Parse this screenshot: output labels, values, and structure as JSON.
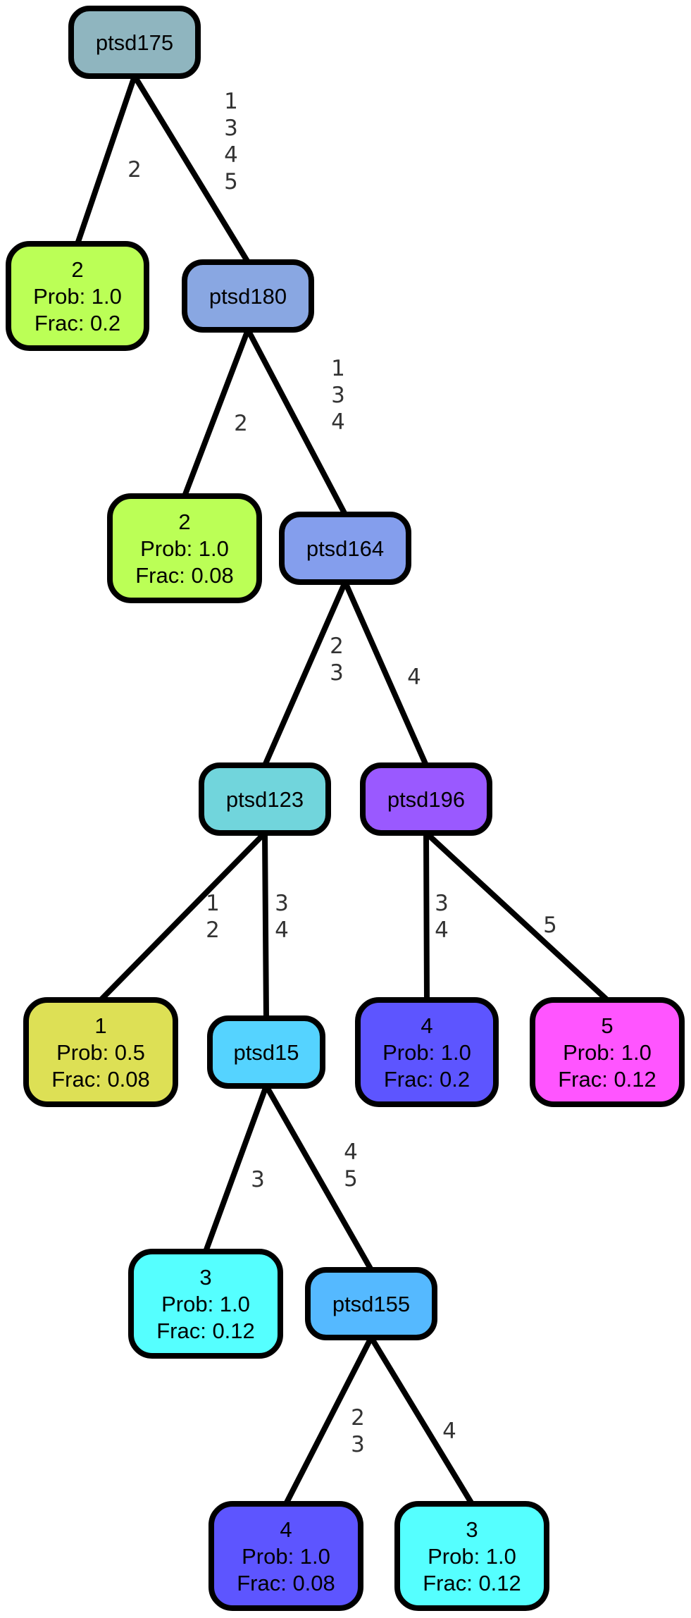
{
  "nodes": {
    "ptsd175": {
      "lines": [
        "ptsd175"
      ],
      "color": "#8fb5bf"
    },
    "leaf_a": {
      "lines": [
        "2",
        "Prob: 1.0",
        "Frac: 0.2"
      ],
      "color": "#bbff56"
    },
    "ptsd180": {
      "lines": [
        "ptsd180"
      ],
      "color": "#89a7e2"
    },
    "leaf_b": {
      "lines": [
        "2",
        "Prob: 1.0",
        "Frac: 0.08"
      ],
      "color": "#bbff56"
    },
    "ptsd164": {
      "lines": [
        "ptsd164"
      ],
      "color": "#849eed"
    },
    "ptsd123": {
      "lines": [
        "ptsd123"
      ],
      "color": "#71d5dc"
    },
    "ptsd196": {
      "lines": [
        "ptsd196"
      ],
      "color": "#9a59ff"
    },
    "leaf_c": {
      "lines": [
        "1",
        "Prob: 0.5",
        "Frac: 0.08"
      ],
      "color": "#dde055"
    },
    "ptsd15": {
      "lines": [
        "ptsd15"
      ],
      "color": "#55d3ff"
    },
    "leaf_d": {
      "lines": [
        "4",
        "Prob: 1.0",
        "Frac: 0.2"
      ],
      "color": "#5d55ff"
    },
    "leaf_e": {
      "lines": [
        "5",
        "Prob: 1.0",
        "Frac: 0.12"
      ],
      "color": "#ff55ff"
    },
    "leaf_f": {
      "lines": [
        "3",
        "Prob: 1.0",
        "Frac: 0.12"
      ],
      "color": "#55ffff"
    },
    "ptsd155": {
      "lines": [
        "ptsd155"
      ],
      "color": "#55b9ff"
    },
    "leaf_g": {
      "lines": [
        "4",
        "Prob: 1.0",
        "Frac: 0.08"
      ],
      "color": "#5d55ff"
    },
    "leaf_h": {
      "lines": [
        "3",
        "Prob: 1.0",
        "Frac: 0.12"
      ],
      "color": "#55ffff"
    }
  },
  "edges": [
    {
      "from": "ptsd175",
      "to": "leaf_a",
      "label": [
        "2"
      ]
    },
    {
      "from": "ptsd175",
      "to": "ptsd180",
      "label": [
        "1",
        "3",
        "4",
        "5"
      ]
    },
    {
      "from": "ptsd180",
      "to": "leaf_b",
      "label": [
        "2"
      ]
    },
    {
      "from": "ptsd180",
      "to": "ptsd164",
      "label": [
        "1",
        "3",
        "4"
      ]
    },
    {
      "from": "ptsd164",
      "to": "ptsd123",
      "label": [
        "2",
        "3"
      ]
    },
    {
      "from": "ptsd164",
      "to": "ptsd196",
      "label": [
        "4"
      ]
    },
    {
      "from": "ptsd123",
      "to": "leaf_c",
      "label": [
        "1",
        "2"
      ]
    },
    {
      "from": "ptsd123",
      "to": "ptsd15",
      "label": [
        "3",
        "4"
      ]
    },
    {
      "from": "ptsd196",
      "to": "leaf_d",
      "label": [
        "3",
        "4"
      ]
    },
    {
      "from": "ptsd196",
      "to": "leaf_e",
      "label": [
        "5"
      ]
    },
    {
      "from": "ptsd15",
      "to": "leaf_f",
      "label": [
        "3"
      ]
    },
    {
      "from": "ptsd15",
      "to": "ptsd155",
      "label": [
        "4",
        "5"
      ]
    },
    {
      "from": "ptsd155",
      "to": "leaf_g",
      "label": [
        "2",
        "3"
      ]
    },
    {
      "from": "ptsd155",
      "to": "leaf_h",
      "label": [
        "4"
      ]
    }
  ]
}
